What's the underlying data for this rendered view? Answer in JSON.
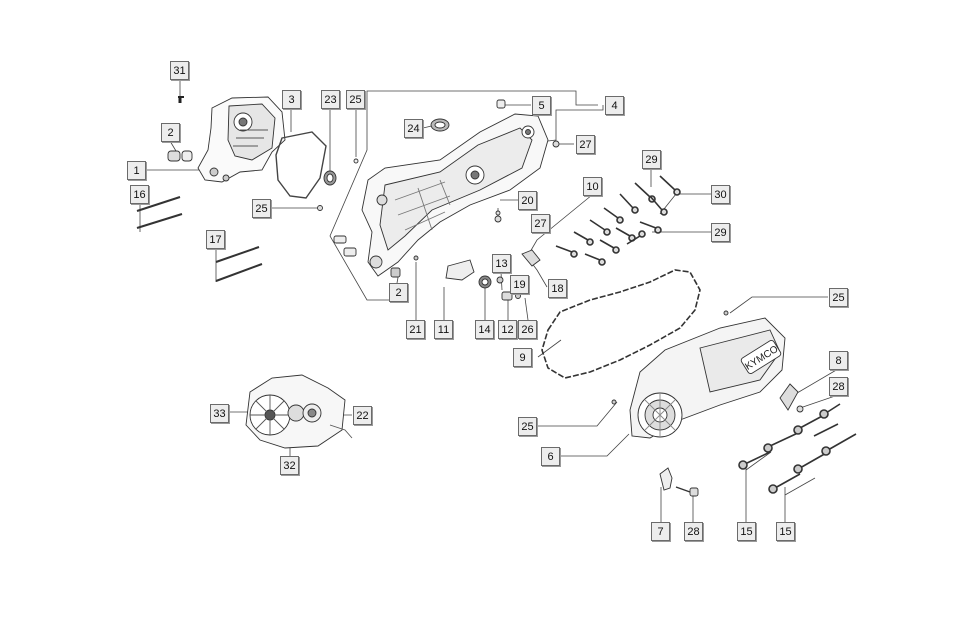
{
  "brand_text": "KYMCO",
  "callouts": [
    {
      "id": "c31a",
      "num": "31"
    },
    {
      "id": "c2a",
      "num": "2"
    },
    {
      "id": "c1",
      "num": "1"
    },
    {
      "id": "c16",
      "num": "16"
    },
    {
      "id": "c17",
      "num": "17"
    },
    {
      "id": "c3",
      "num": "3"
    },
    {
      "id": "c23",
      "num": "23"
    },
    {
      "id": "c25a",
      "num": "25"
    },
    {
      "id": "c25b",
      "num": "25"
    },
    {
      "id": "c24",
      "num": "24"
    },
    {
      "id": "c5",
      "num": "5"
    },
    {
      "id": "c4",
      "num": "4"
    },
    {
      "id": "c27a",
      "num": "27"
    },
    {
      "id": "c20",
      "num": "20"
    },
    {
      "id": "c27b",
      "num": "27"
    },
    {
      "id": "c2b",
      "num": "2"
    },
    {
      "id": "c21",
      "num": "21"
    },
    {
      "id": "c11",
      "num": "11"
    },
    {
      "id": "c14",
      "num": "14"
    },
    {
      "id": "c13",
      "num": "13"
    },
    {
      "id": "c12",
      "num": "12"
    },
    {
      "id": "c19",
      "num": "19"
    },
    {
      "id": "c26",
      "num": "26"
    },
    {
      "id": "c18",
      "num": "18"
    },
    {
      "id": "c10",
      "num": "10"
    },
    {
      "id": "c29a",
      "num": "29"
    },
    {
      "id": "c30",
      "num": "30"
    },
    {
      "id": "c29b",
      "num": "29"
    },
    {
      "id": "c25c",
      "num": "25"
    },
    {
      "id": "c9",
      "num": "9"
    },
    {
      "id": "c8",
      "num": "8"
    },
    {
      "id": "c28a",
      "num": "28"
    },
    {
      "id": "c25d",
      "num": "25"
    },
    {
      "id": "c6",
      "num": "6"
    },
    {
      "id": "c33",
      "num": "33"
    },
    {
      "id": "c22",
      "num": "22"
    },
    {
      "id": "c32",
      "num": "32"
    },
    {
      "id": "c7",
      "num": "7"
    },
    {
      "id": "c28b",
      "num": "28"
    },
    {
      "id": "c15a",
      "num": "15"
    },
    {
      "id": "c15b",
      "num": "15"
    }
  ]
}
